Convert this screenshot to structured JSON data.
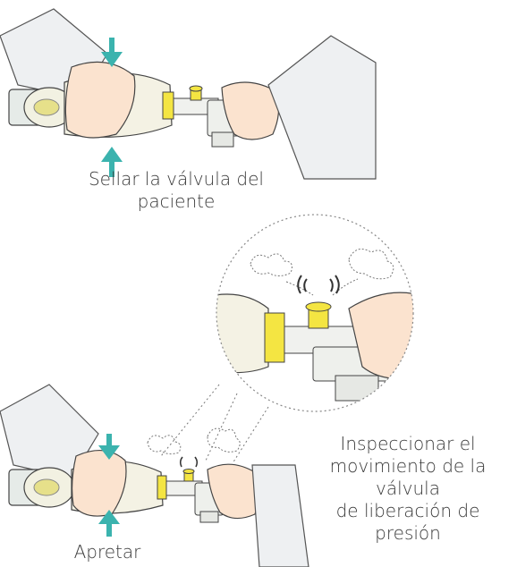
{
  "labels": {
    "seal": [
      "Sellar la válvula del",
      "paciente"
    ],
    "inspect": [
      "Inspeccionar el",
      "movimiento de la válvula",
      "de liberación de presión"
    ],
    "squeeze": [
      "Apretar"
    ]
  },
  "colors": {
    "arrow": "#3bb3ae",
    "valve_yellow": "#f4e542",
    "bag": "#f4f2e4",
    "skin": "#fbe3cf",
    "sleeve": "#eef0f2",
    "outline": "#444444"
  },
  "icons": [
    "arrow-down-icon",
    "arrow-up-icon",
    "sound-wave-icon",
    "air-puff-icon"
  ]
}
